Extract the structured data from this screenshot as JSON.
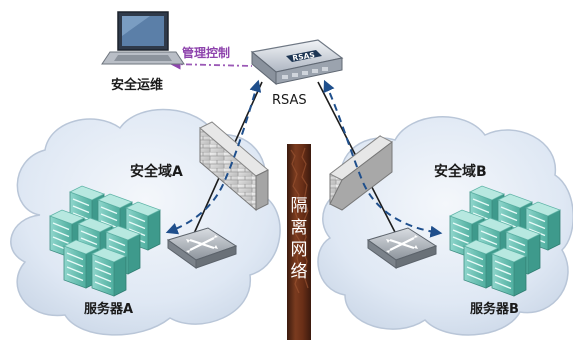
{
  "title": "",
  "nodes": {
    "laptop": {
      "label": "安全运维"
    },
    "rsas": {
      "label": "RSAS",
      "device_text": "RSAS"
    },
    "zone_a": {
      "label": "安全域A",
      "servers_label": "服务器A"
    },
    "zone_b": {
      "label": "安全域B",
      "servers_label": "服务器B"
    },
    "isolation": {
      "chars": [
        "隔",
        "离",
        "网",
        "络"
      ]
    }
  },
  "edges": {
    "management": {
      "label": "管理控制"
    }
  },
  "colors": {
    "cloud_fill": "#dfe8f4",
    "cloud_stroke": "#b9c6d8",
    "dashed_arrow": "#1f4f8c",
    "management_line": "#9b59b6",
    "management_text": "#8e44ad",
    "server": "#6fc3b8",
    "isolation_bar": "#5a2a18"
  },
  "icons": [
    "laptop-icon",
    "rsas-appliance-icon",
    "firewall-icon",
    "switch-icon",
    "server-icon"
  ]
}
